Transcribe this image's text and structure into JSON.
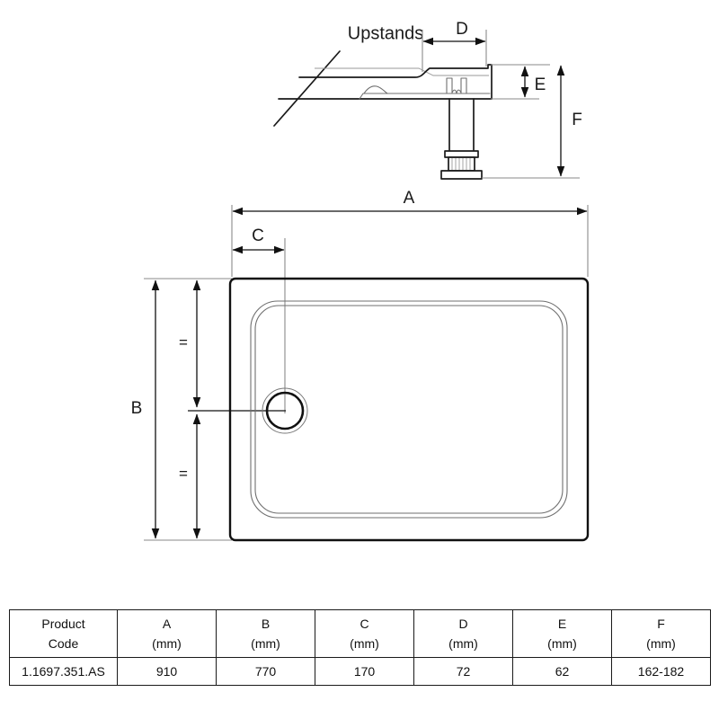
{
  "drawing": {
    "title_labels": {
      "upstands": "Upstands",
      "dim_a": "A",
      "dim_b": "B",
      "dim_c": "C",
      "dim_d": "D",
      "dim_e": "E",
      "dim_f": "F",
      "equal_top": "=",
      "equal_bottom": "="
    },
    "colors": {
      "line": "#111111",
      "light_line": "#8a8a8a",
      "background": "#ffffff"
    },
    "views": {
      "section_view_name": "side-section-with-leg",
      "plan_view_name": "shower-tray-plan"
    }
  },
  "table": {
    "headers": [
      {
        "name": "Product",
        "unit": "Code"
      },
      {
        "name": "A",
        "unit": "(mm)"
      },
      {
        "name": "B",
        "unit": "(mm)"
      },
      {
        "name": "C",
        "unit": "(mm)"
      },
      {
        "name": "D",
        "unit": "(mm)"
      },
      {
        "name": "E",
        "unit": "(mm)"
      },
      {
        "name": "F",
        "unit": "(mm)"
      }
    ],
    "rows": [
      {
        "product_code": "1.1697.351.AS",
        "a": "910",
        "b": "770",
        "c": "170",
        "d": "72",
        "e": "62",
        "f": "162-182"
      }
    ]
  }
}
